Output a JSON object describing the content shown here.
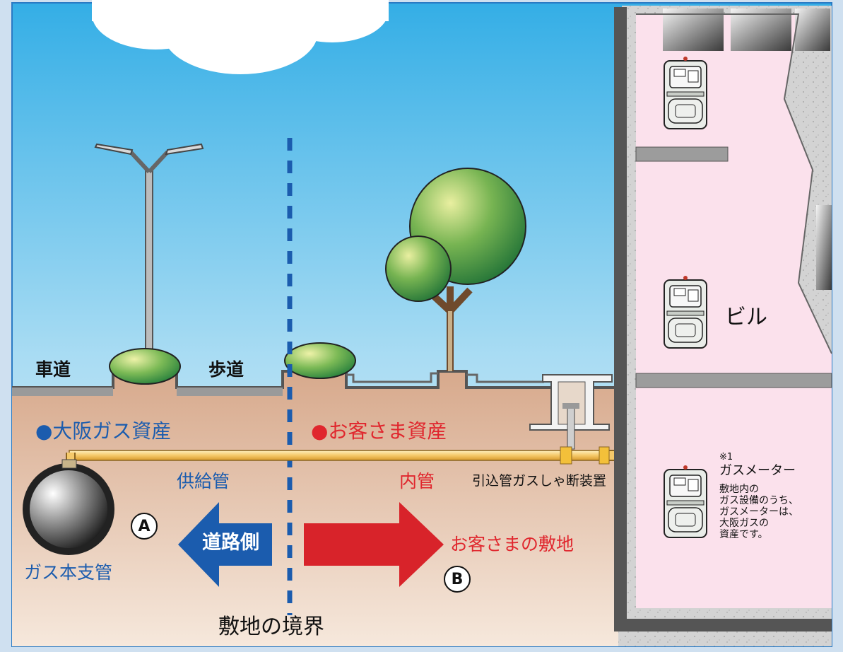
{
  "labels": {
    "roadway": "車道",
    "sidewalk": "歩道",
    "osaka_asset": "●大阪ガス資産",
    "customer_asset": "●お客さま資産",
    "supply_pipe": "供給管",
    "inner_pipe": "内管",
    "shutoff_device": "引込管ガスしゃ断装置",
    "building": "ビル",
    "note_mark": "※1",
    "gas_meter": "ガスメーター",
    "meter_note": "敷地内の\nガス設備のうち、\nガスメーターは、\n大阪ガスの\n資産です。",
    "main_pipe": "ガス本支管",
    "road_side": "道路側",
    "customer_site": "お客さまの敷地",
    "boundary": "敷地の境界",
    "mark_a": "A",
    "mark_b": "B"
  },
  "colors": {
    "osaka_blue": "#1b5cae",
    "customer_red": "#e0262d",
    "sky_top": "#34aee6",
    "ground": "#d9b39a",
    "pipe": "#f5c96a",
    "building_interior": "#fbe1ec"
  }
}
